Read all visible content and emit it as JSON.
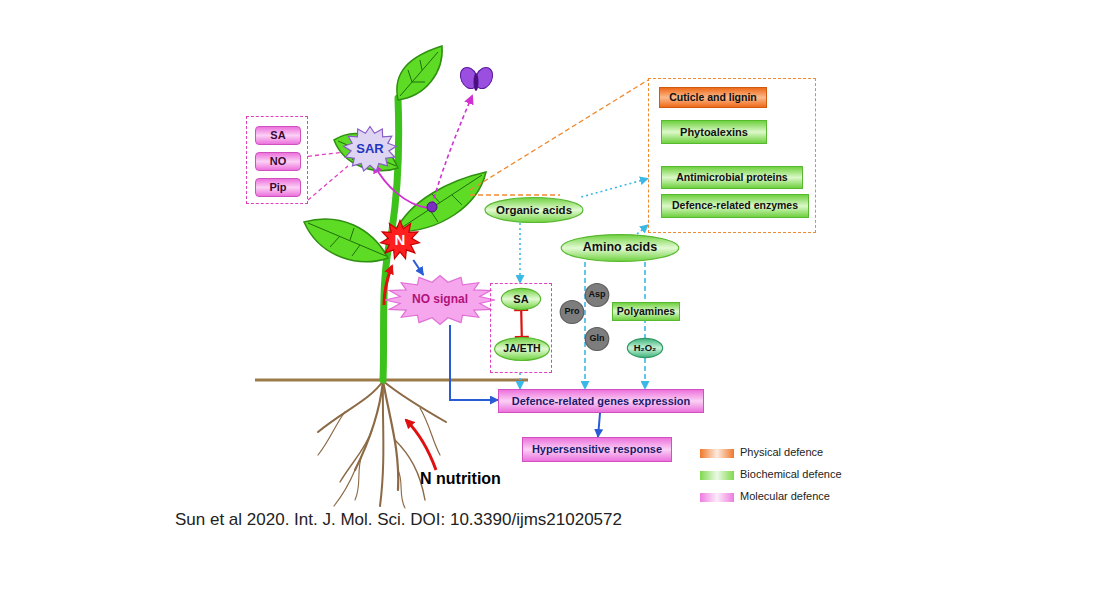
{
  "diagram": {
    "caption": "Sun et al 2020. Int. J. Mol. Sci. DOI: 10.3390/ijms21020572",
    "nodes": [
      {
        "text": [
          "SAR"
        ]
      },
      {
        "text": []
      },
      {
        "text": [
          "SA"
        ],
        "in": 1
      },
      {
        "text": [
          "NO"
        ],
        "in": 1
      },
      {
        "text": [
          "Pip"
        ],
        "in": 1
      },
      {
        "text": [
          "N"
        ]
      },
      {
        "text": [
          "NO signal"
        ]
      },
      {
        "text": []
      },
      {
        "text": [
          "Cuticle and lignin"
        ],
        "in": 7
      },
      {
        "text": [
          "Phytoalexins"
        ],
        "in": 7
      },
      {
        "text": [
          "Antimicrobial proteins"
        ],
        "in": 7
      },
      {
        "text": [
          "Defence-related enzymes"
        ],
        "in": 7
      },
      {
        "text": [
          "Organic acids"
        ]
      },
      {
        "text": [
          "Amino acids"
        ]
      },
      {
        "text": []
      },
      {
        "text": [
          "SA"
        ],
        "in": 14
      },
      {
        "text": [
          "JA/ETH"
        ],
        "in": 14
      },
      {
        "text": [
          "Asp"
        ]
      },
      {
        "text": [
          "Pro"
        ]
      },
      {
        "text": [
          "Gln"
        ]
      },
      {
        "text": [
          "Polyamines"
        ]
      },
      {
        "text": [
          "H₂O₂"
        ]
      },
      {
        "text": [
          "Defence-related genes expression"
        ]
      },
      {
        "text": [
          "Hypersensitive response"
        ]
      }
    ],
    "edges": [
      {
        "from": 1,
        "to": 0,
        "arrow": "none"
      },
      {
        "from": 5,
        "to": 6,
        "arrow": "to"
      },
      {
        "from": 6,
        "to": 22,
        "arrow": "to"
      },
      {
        "from": 12,
        "to": 14,
        "arrow": "to"
      },
      {
        "from": 12,
        "to": 7,
        "arrow": "to"
      },
      {
        "from": 13,
        "to": 7,
        "arrow": "to"
      },
      {
        "from": 14,
        "to": 22,
        "arrow": "to"
      },
      {
        "from": 13,
        "to": 22,
        "arrow": "to"
      },
      {
        "from": 13,
        "to": 22,
        "arrow": "to"
      },
      {
        "from": 15,
        "to": 16,
        "arrow": "none"
      },
      {
        "from": 22,
        "to": 23,
        "arrow": "to"
      }
    ],
    "labels": [
      "N nutrition"
    ],
    "legend": [
      {
        "text": "Physical defence",
        "color": "#f0782a"
      },
      {
        "text": "Biochemical defence",
        "color": "#7fd94e"
      },
      {
        "text": "Molecular defence",
        "color": "#ee7ce0"
      }
    ]
  }
}
